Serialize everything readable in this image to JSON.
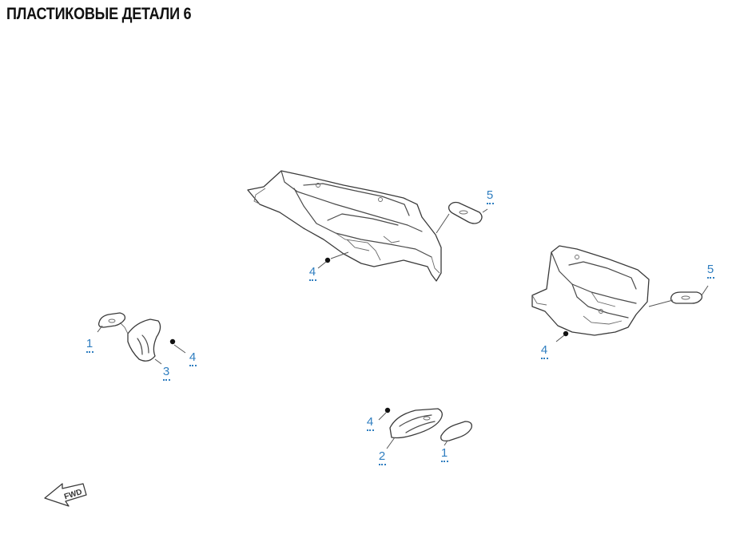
{
  "title": "ПЛАСТИКОВЫЕ ДЕТАЛИ 6",
  "callouts": {
    "c1": "5",
    "c2": "4",
    "c3": "5",
    "c4": "4",
    "c5": "1",
    "c6": "3",
    "c7": "4",
    "c8": "4",
    "c9": "2",
    "c10": "1"
  },
  "fwd_label": "FWD",
  "colors": {
    "callout": "#2f7ec0",
    "title": "#111111",
    "line": "#4a4a4a"
  }
}
